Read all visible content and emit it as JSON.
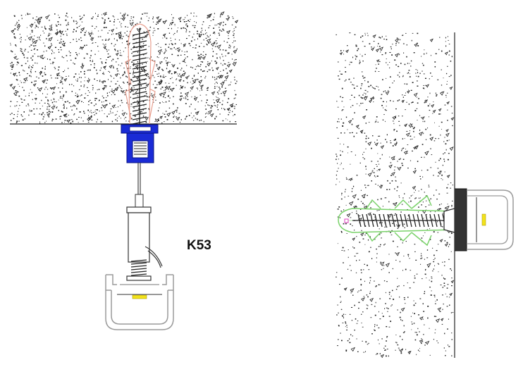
{
  "diagram": {
    "model_label": "K53"
  },
  "colors": {
    "concrete_dot": "#222222",
    "screw": "#222222",
    "dowel_pink": "#e8a090",
    "dowel_green": "#7ad26a",
    "clamp_blue": "#1a2bd6",
    "profile_outline": "#9a9a9a",
    "led_yellow": "#f2e21a",
    "mark_magenta": "#e040c0"
  },
  "icons": {
    "ceiling_mount": "ceiling-suspension-diagram",
    "wall_mount": "wall-screw-diagram"
  }
}
